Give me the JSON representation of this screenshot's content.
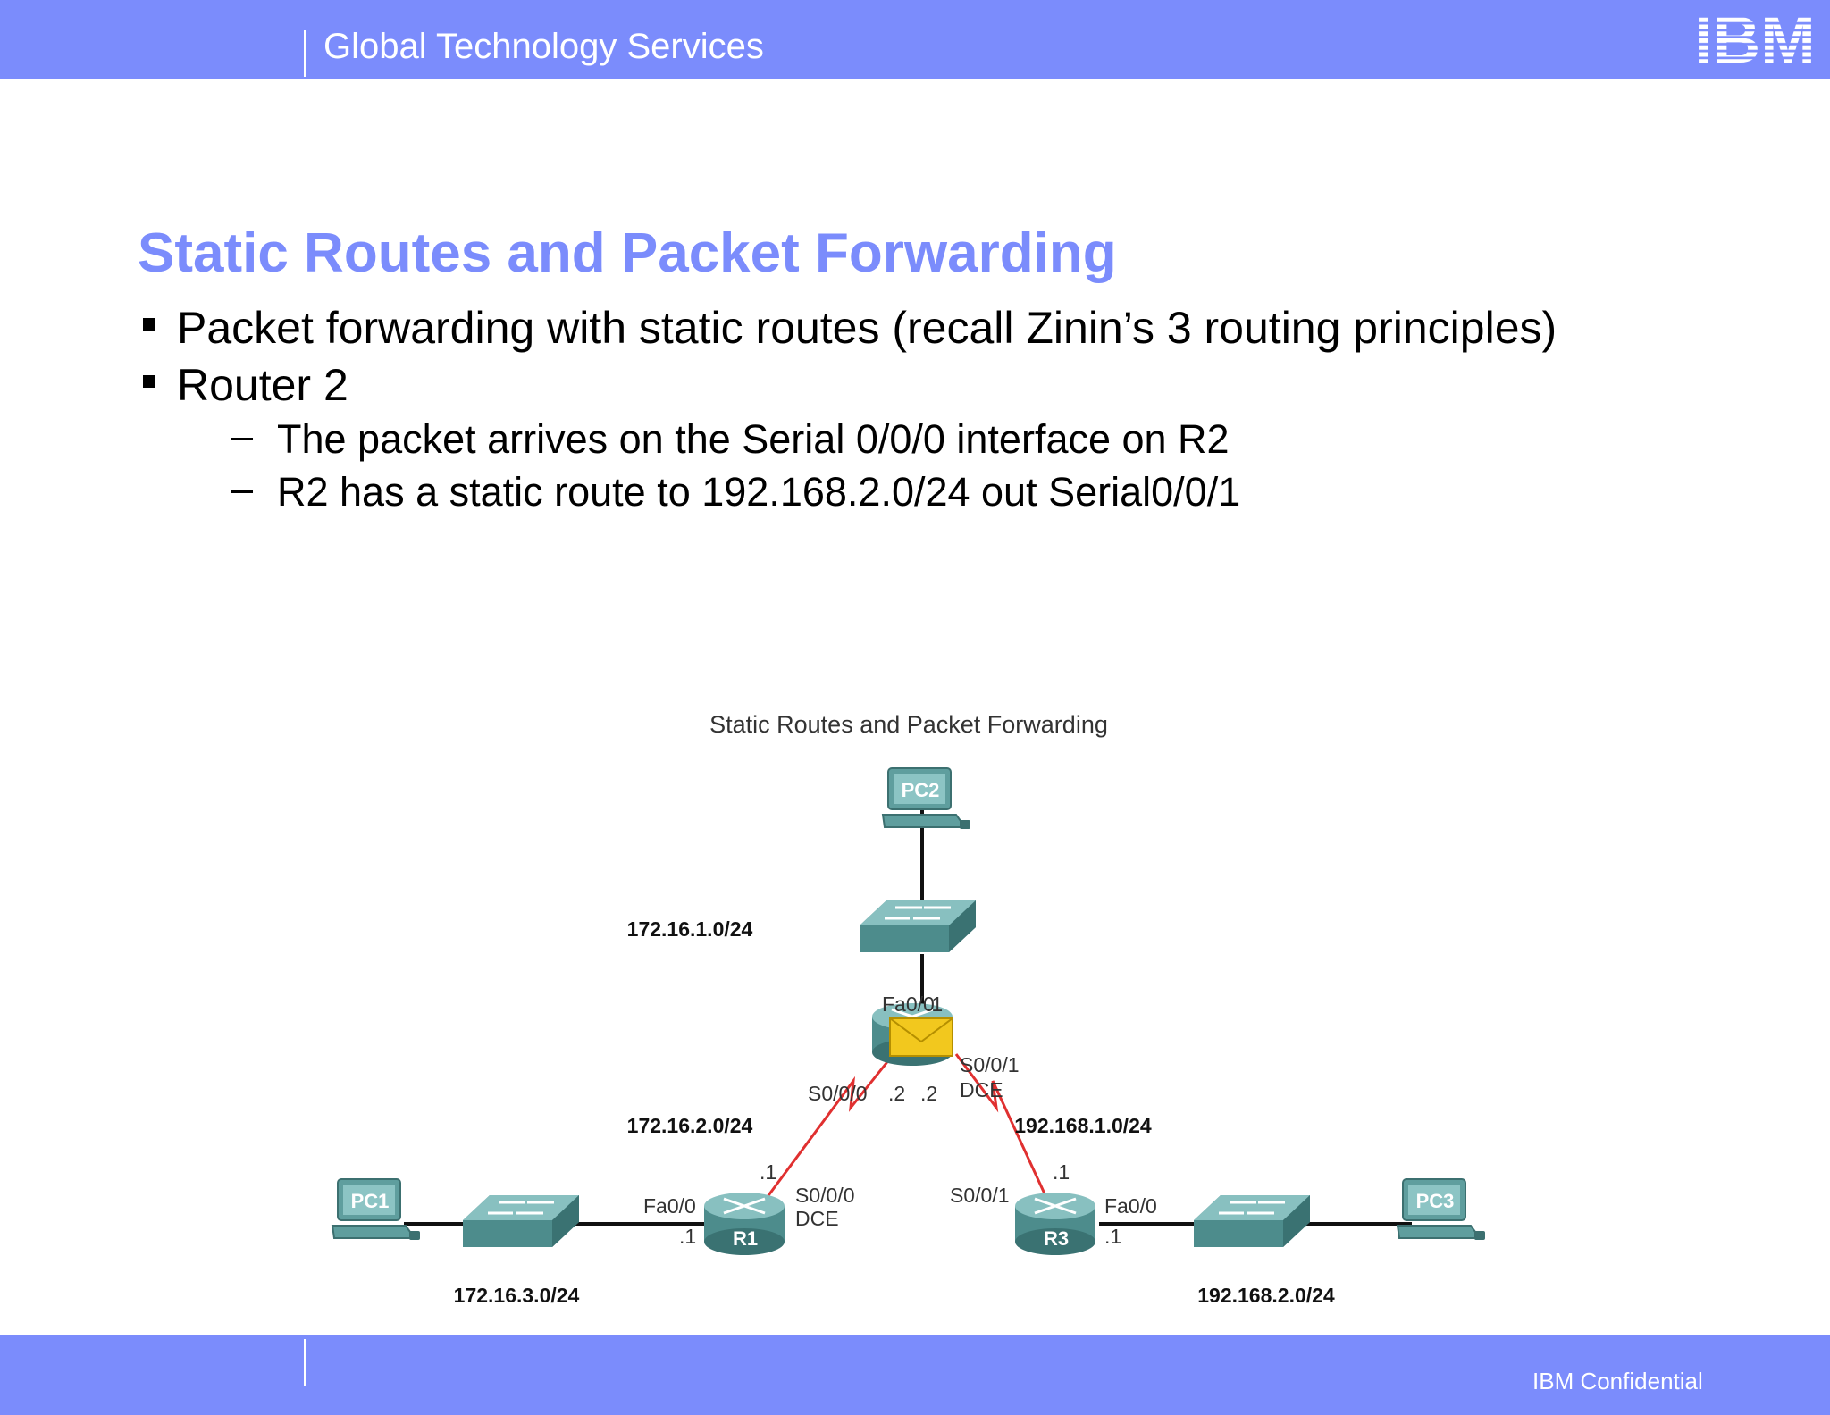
{
  "header": {
    "service_name": "Global Technology Services",
    "logo_text": "IBM"
  },
  "slide": {
    "title": "Static Routes and Packet Forwarding",
    "bullets": [
      {
        "text": "Packet forwarding with static routes (recall Zinin’s 3 routing principles)"
      },
      {
        "text": "Router 2",
        "sub": [
          "The packet arrives on the Serial 0/0/0 interface on R2",
          "R2 has a static route to 192.168.2.0/24 out Serial0/0/1"
        ]
      }
    ],
    "sub_marker": "–"
  },
  "diagram": {
    "caption": "Static Routes and Packet Forwarding",
    "devices": {
      "pc1": "PC1",
      "pc2": "PC2",
      "pc3": "PC3",
      "r1": "R1",
      "r3": "R3"
    },
    "networks": {
      "top": "172.16.1.0/24",
      "left_serial": "172.16.2.0/24",
      "right_serial": "192.168.1.0/24",
      "left_lan": "172.16.3.0/24",
      "right_lan": "192.168.2.0/24"
    },
    "interfaces": {
      "r2_fa": "Fa0/0",
      "r2_fa_ip": ".1",
      "r2_s000": "S0/0/0",
      "r2_s000_ip": ".2",
      "r2_s001": "S0/0/1",
      "r2_dce": "DCE",
      "r2_s001_ip": ".2",
      "r1_s000": "S0/0/0",
      "r1_dce": "DCE",
      "r1_s_ip": ".1",
      "r1_fa": "Fa0/0",
      "r1_fa_ip": ".1",
      "r3_s001": "S0/0/1",
      "r3_s_ip": ".1",
      "r3_fa": "Fa0/0",
      "r3_fa_ip": ".1"
    },
    "colors": {
      "device": "#4d8c8c",
      "device_light": "#88c0c0",
      "serial_link": "#e03030",
      "packet": "#f2c81e"
    }
  },
  "footer": {
    "confidential": "IBM Confidential"
  }
}
